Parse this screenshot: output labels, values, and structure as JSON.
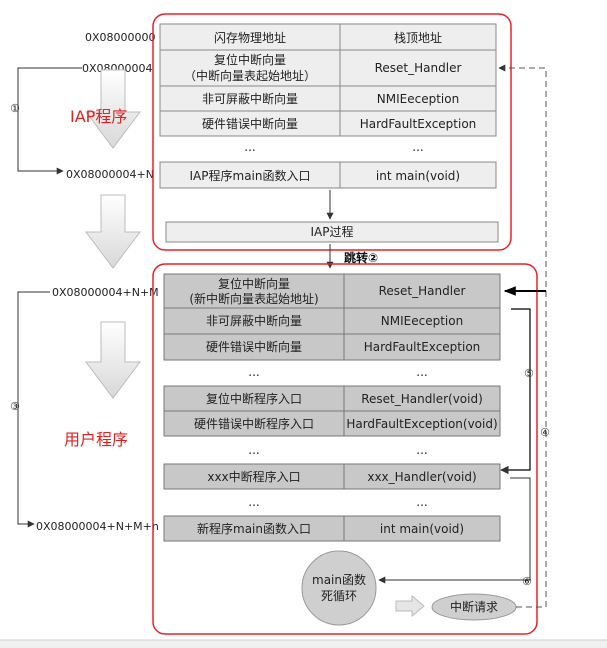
{
  "addresses": {
    "a0": "0X08000000",
    "a4": "0X08000004",
    "n": "0X08000004+N",
    "nm": "0X08000004+N+M",
    "nmn": "0X08000004+N+M+n"
  },
  "section_labels": {
    "iap": "IAP程序",
    "user": "用户程序"
  },
  "iap_table": {
    "header": {
      "left": "闪存物理地址",
      "right": "栈顶地址"
    },
    "reset": {
      "left_line1": "复位中断向量",
      "left_line2": "（中断向量表起始地址）",
      "right": "Reset_Handler"
    },
    "nmi": {
      "left": "非可屏蔽中断向量",
      "right": "NMIEeception"
    },
    "hardfault": {
      "left": "硬件错误中断向量",
      "right": "HardFaultException"
    },
    "dots": "...",
    "main": {
      "left": "IAP程序main函数入口",
      "right": "int main(void)"
    },
    "process": "IAP过程"
  },
  "jump_label": "跳转②",
  "user_table": {
    "reset": {
      "left_line1": "复位中断向量",
      "left_line2": "(新中断向量表起始地址)",
      "right": "Reset_Handler"
    },
    "nmi": {
      "left": "非可屏蔽中断向量",
      "right": "NMIEeception"
    },
    "hardfault": {
      "left": "硬件错误中断向量",
      "right": "HardFaultException"
    },
    "dots": "...",
    "reset_entry": {
      "left": "复位中断程序入口",
      "right": "Reset_Handler(void)"
    },
    "hf_entry": {
      "left": "硬件错误中断程序入口",
      "right": "HardFaultException(void)"
    },
    "xxx_entry": {
      "left": "xxx中断程序入口",
      "right": "xxx_Handler(void)"
    },
    "main": {
      "left": "新程序main函数入口",
      "right": "int main(void)"
    }
  },
  "loop": {
    "line1": "main函数",
    "line2": "死循环"
  },
  "irq": "中断请求",
  "markers": {
    "m1": "①",
    "m3": "③",
    "m4": "④",
    "m5": "⑤",
    "m6": "⑥"
  }
}
